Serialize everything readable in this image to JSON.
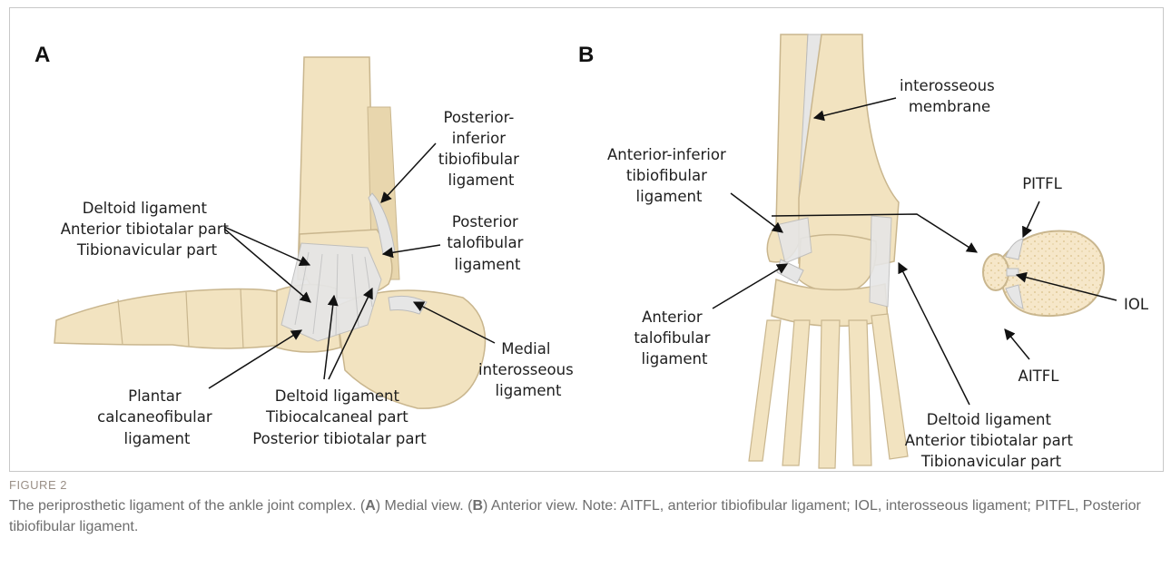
{
  "panels": [
    {
      "letter": "A",
      "labels": {
        "posterior_inferior_tibiofibular": [
          "Posterior-",
          "inferior",
          "tibiofibular",
          "ligament"
        ],
        "deltoid_anterior": [
          "Deltoid ligament",
          "Anterior tibiotalar part",
          "Tibionavicular part"
        ],
        "posterior_talofibular": [
          "Posterior",
          "talofibular",
          "ligament"
        ],
        "medial_interosseous": [
          "Medial",
          "interosseous",
          "ligament"
        ],
        "plantar_calcaneofibular": [
          "Plantar",
          "calcaneofibular",
          "ligament"
        ],
        "deltoid_posterior": [
          "Deltoid ligament",
          "Tibiocalcaneal part",
          "Posterior tibiotalar part"
        ]
      }
    },
    {
      "letter": "B",
      "labels": {
        "interosseous_membrane": [
          "interosseous",
          "membrane"
        ],
        "anterior_inferior_tibiofibular": [
          "Anterior-inferior",
          "tibiofibular",
          "ligament"
        ],
        "anterior_talofibular": [
          "Anterior",
          "talofibular",
          "ligament"
        ],
        "pitfl": "PITFL",
        "iol": "IOL",
        "aitfl": "AITFL",
        "deltoid": [
          "Deltoid ligament",
          "Anterior tibiotalar part",
          "Tibionavicular part"
        ]
      }
    }
  ],
  "caption": {
    "figure_label": "FIGURE 2",
    "part1": "The periprosthetic ligament of the ankle joint complex. (",
    "a": "A",
    "part2": ") Medial view. (",
    "b": "B",
    "part3": ") Anterior view. Note: AITFL, anterior tibiofibular ligament; IOL, interosseous ligament; PITFL, Posterior tibiofibular ligament."
  },
  "colors": {
    "bone": "#f2e3c0",
    "bone_edge": "#c9b68e",
    "ligament": "#e6e6e6",
    "marrow": "#f5e6c8"
  }
}
